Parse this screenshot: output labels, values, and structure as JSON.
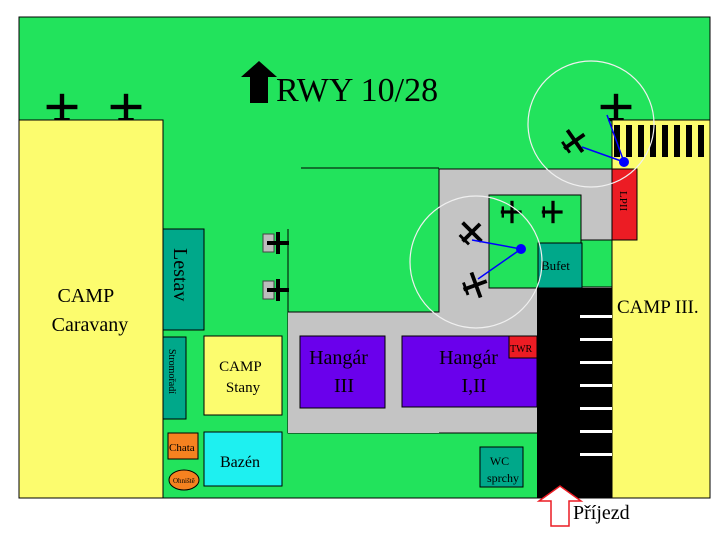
{
  "runway": {
    "label": "RWY 10/28"
  },
  "areas": {
    "camp_caravany": [
      "CAMP",
      "Caravany"
    ],
    "camp_iii": "CAMP III.",
    "camp_stany": [
      "CAMP",
      "Stany"
    ],
    "lestav": "Lestav",
    "stromoradi": "Stromořadí",
    "chata": "Chata",
    "ohniste": "Ohniště",
    "bazen": "Bazén",
    "wc": [
      "WC",
      "sprchy"
    ],
    "hangar_iii": [
      "Hangár",
      "III"
    ],
    "hangar_i_ii": [
      "Hangár",
      "I,II"
    ],
    "twr": "TWR",
    "bufet": "Bufet",
    "lpii": "LPII"
  },
  "entrance": {
    "label": "Příjezd"
  },
  "colors": {
    "grass": "#22e35c",
    "camp": "#fcfc6e",
    "apron": "#c4c4c4",
    "hangar": "#6a00ec",
    "building": "#00a88a",
    "pool": "#1ef0f0",
    "red": "#ec1c24",
    "orange": "#f58220",
    "road": "#000000"
  }
}
